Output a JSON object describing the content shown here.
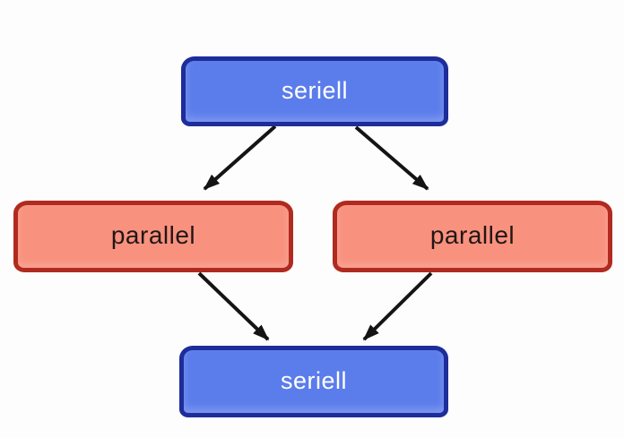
{
  "diagram": {
    "nodes": [
      {
        "id": "seriell-top",
        "label": "seriell",
        "kind": "serial"
      },
      {
        "id": "parallel-left",
        "label": "parallel",
        "kind": "parallel"
      },
      {
        "id": "parallel-right",
        "label": "parallel",
        "kind": "parallel"
      },
      {
        "id": "seriell-bottom",
        "label": "seriell",
        "kind": "serial"
      }
    ],
    "edges": [
      {
        "from": "seriell-top",
        "to": "parallel-left"
      },
      {
        "from": "seriell-top",
        "to": "parallel-right"
      },
      {
        "from": "parallel-left",
        "to": "seriell-bottom"
      },
      {
        "from": "parallel-right",
        "to": "seriell-bottom"
      }
    ],
    "colors": {
      "serial-fill": "#5b7ceb",
      "serial-border": "#1d2d9a",
      "serial-text": "#ffffff",
      "parallel-fill": "#f9917f",
      "parallel-border": "#b12a1f",
      "parallel-text": "#201714",
      "arrow": "#141414",
      "background": "#fdfdfd"
    }
  }
}
